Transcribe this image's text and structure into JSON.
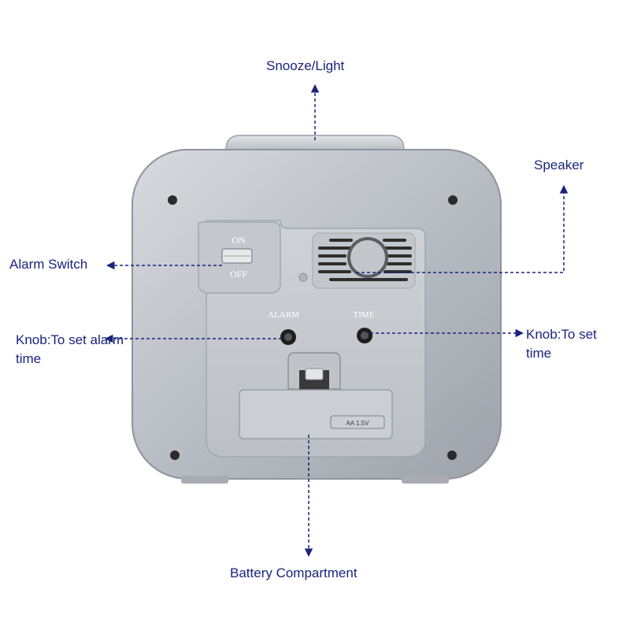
{
  "colors": {
    "callout": "#1a237e",
    "body": "#b8bcc3",
    "panel": "#c9ccd1",
    "dark": "#2b2b2b"
  },
  "device": {
    "switch_on": "ON",
    "switch_off": "OFF",
    "knob_alarm_label": "ALARM",
    "knob_time_label": "TIME",
    "battery_marking": "AA 1.5V"
  },
  "callouts": {
    "snooze": "Snooze/Light",
    "speaker": "Speaker",
    "alarm_switch": "Alarm Switch",
    "knob_alarm": "Knob:To set alarm time",
    "knob_time": "Knob:To set time",
    "battery": "Battery Compartment"
  }
}
